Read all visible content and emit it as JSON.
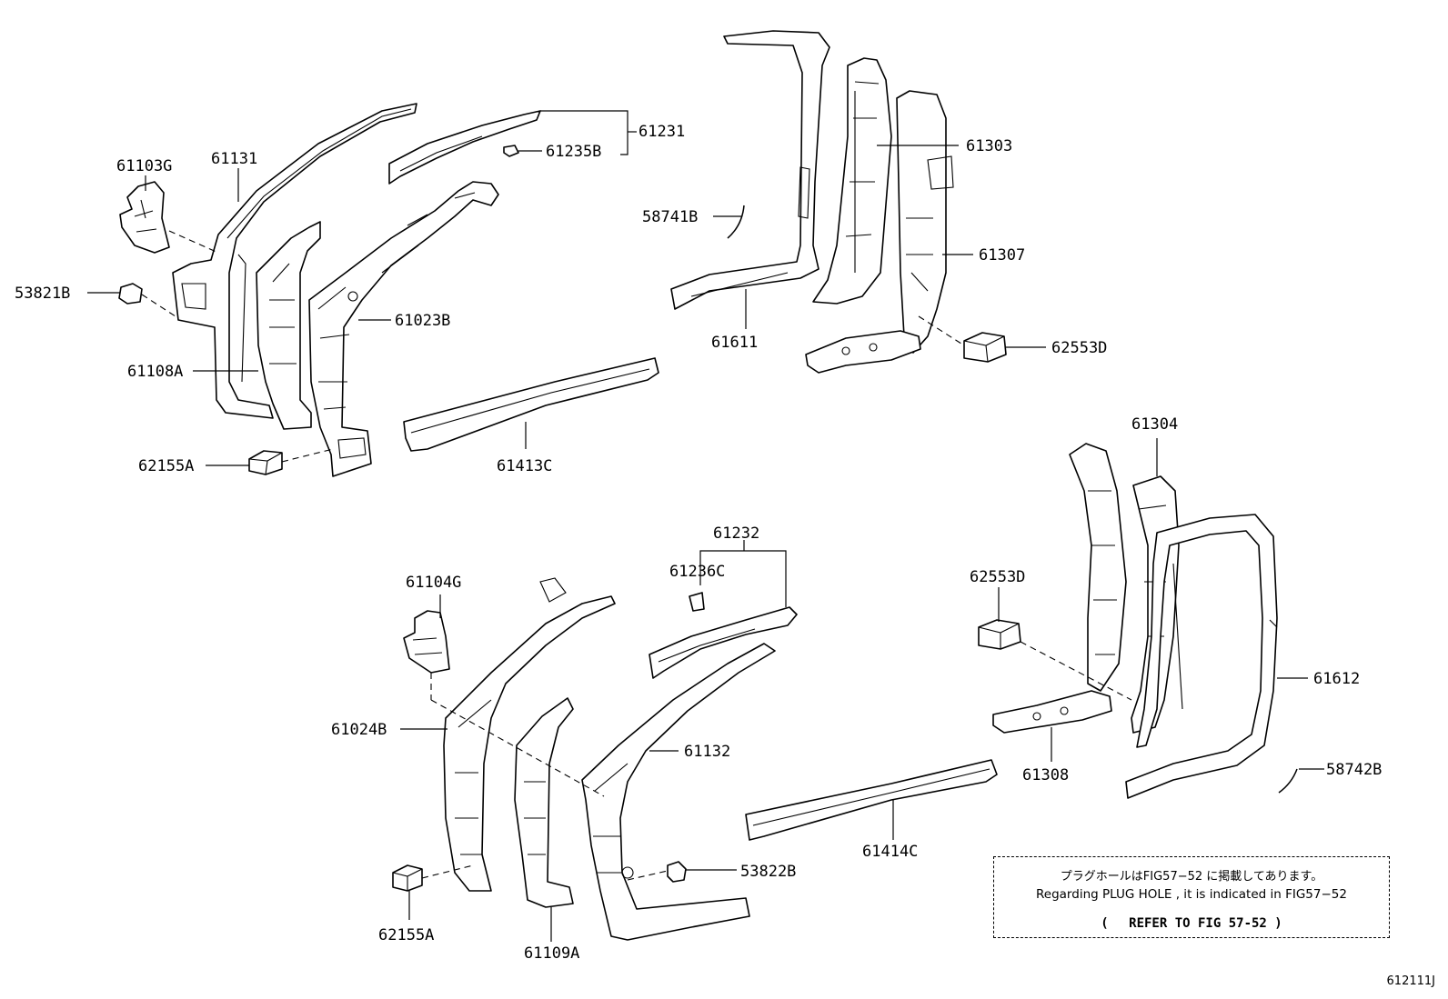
{
  "labels": {
    "p61103G": "61103G",
    "p61131": "61131",
    "p53821B": "53821B",
    "p61108A": "61108A",
    "p61023B": "61023B",
    "p62155A_top": "62155A",
    "p61231": "61231",
    "p61235B": "61235B",
    "p61413C": "61413C",
    "p58741B": "58741B",
    "p61611": "61611",
    "p61303": "61303",
    "p61307": "61307",
    "p62553D_top": "62553D",
    "p61104G": "61104G",
    "p61232": "61232",
    "p61236C": "61236C",
    "p61024B": "61024B",
    "p61132": "61132",
    "p62155A_bottom": "62155A",
    "p61109A": "61109A",
    "p53822B": "53822B",
    "p61414C": "61414C",
    "p61304": "61304",
    "p62553D_bottom": "62553D",
    "p61612": "61612",
    "p61308": "61308",
    "p58742B": "58742B"
  },
  "note": {
    "line1": "プラグホールはFIG57−52 に掲載してあります。",
    "line2": "Regarding PLUG HOLE , it is indicated in FIG57−52",
    "line3": "(　 REFER TO FIG 57-52 )"
  },
  "figure_code": "612111J"
}
